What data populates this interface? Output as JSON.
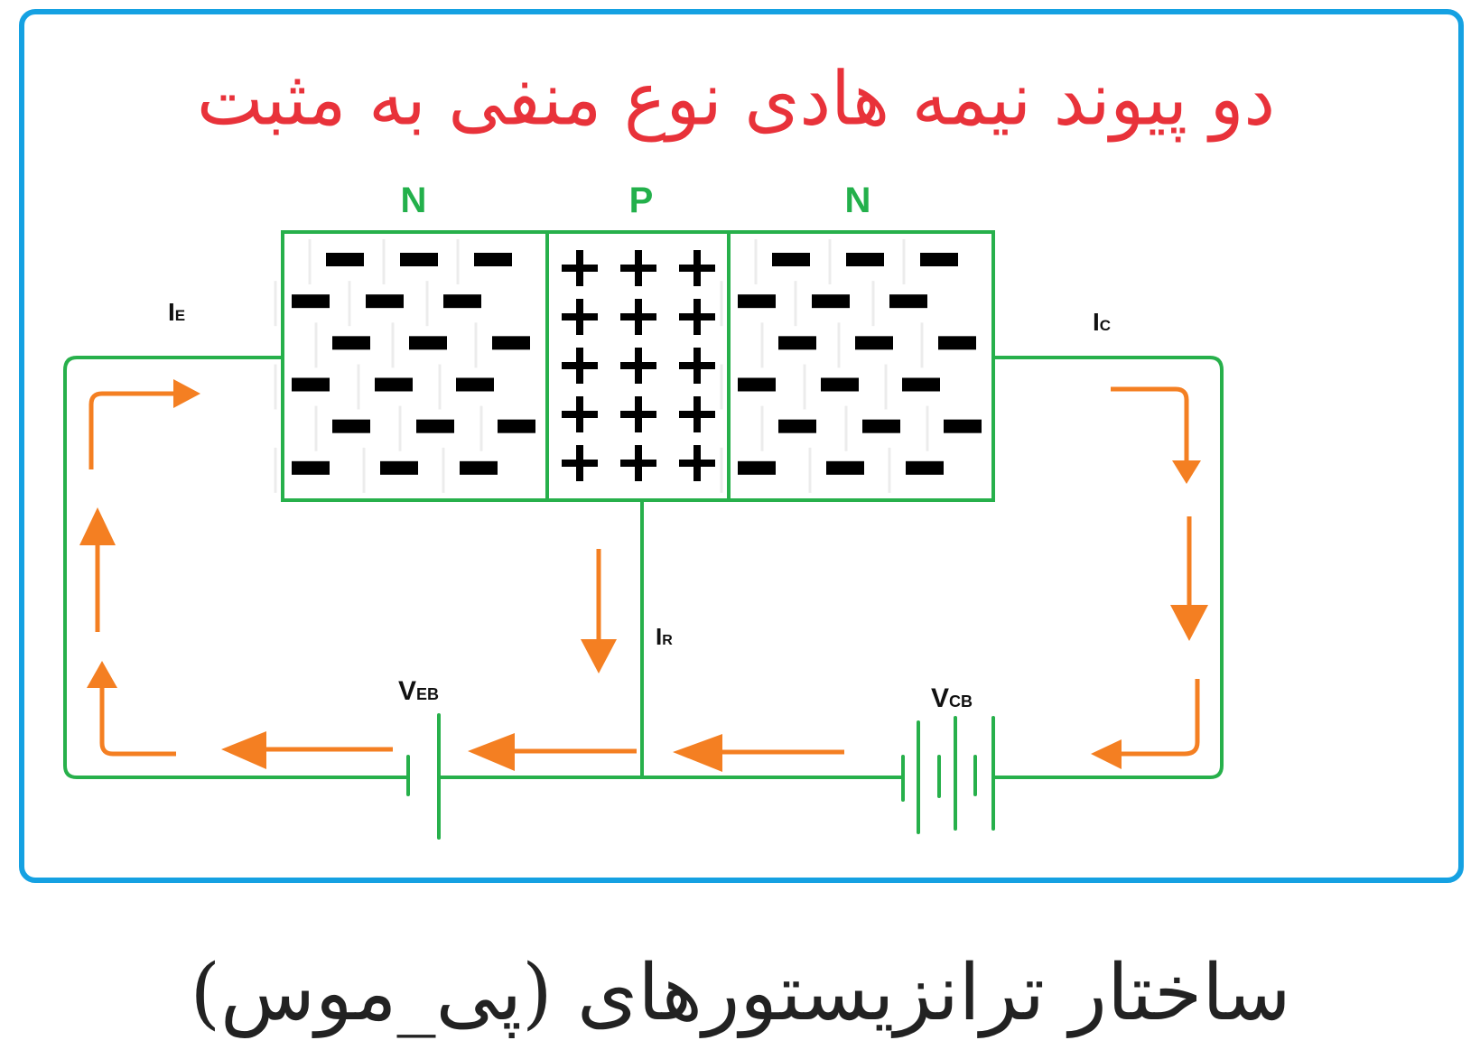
{
  "title": "دو پیوند نیمه هادی نوع منفی به مثبت",
  "caption": "ساختار ترانزیستورهای (پی_موس)",
  "colors": {
    "frame": "#15a1e2",
    "title": "#e8323a",
    "wire": "#27b04b",
    "current_arrow": "#f47f22",
    "carrier": "#000000",
    "caption": "#222222"
  },
  "regions": [
    {
      "label": "N",
      "carrier": "minus",
      "rows": 6,
      "per_row": 3
    },
    {
      "label": "P",
      "carrier": "plus",
      "rows": 5,
      "per_row": 3
    },
    {
      "label": "N",
      "carrier": "minus",
      "rows": 6,
      "per_row": 3
    }
  ],
  "currents": {
    "emitter": {
      "main": "I",
      "sub": "E"
    },
    "collector": {
      "main": "I",
      "sub": "C"
    },
    "base": {
      "main": "I",
      "sub": "R"
    }
  },
  "sources": {
    "veb": {
      "main": "V",
      "sub": "EB"
    },
    "vcb": {
      "main": "V",
      "sub": "CB"
    }
  }
}
